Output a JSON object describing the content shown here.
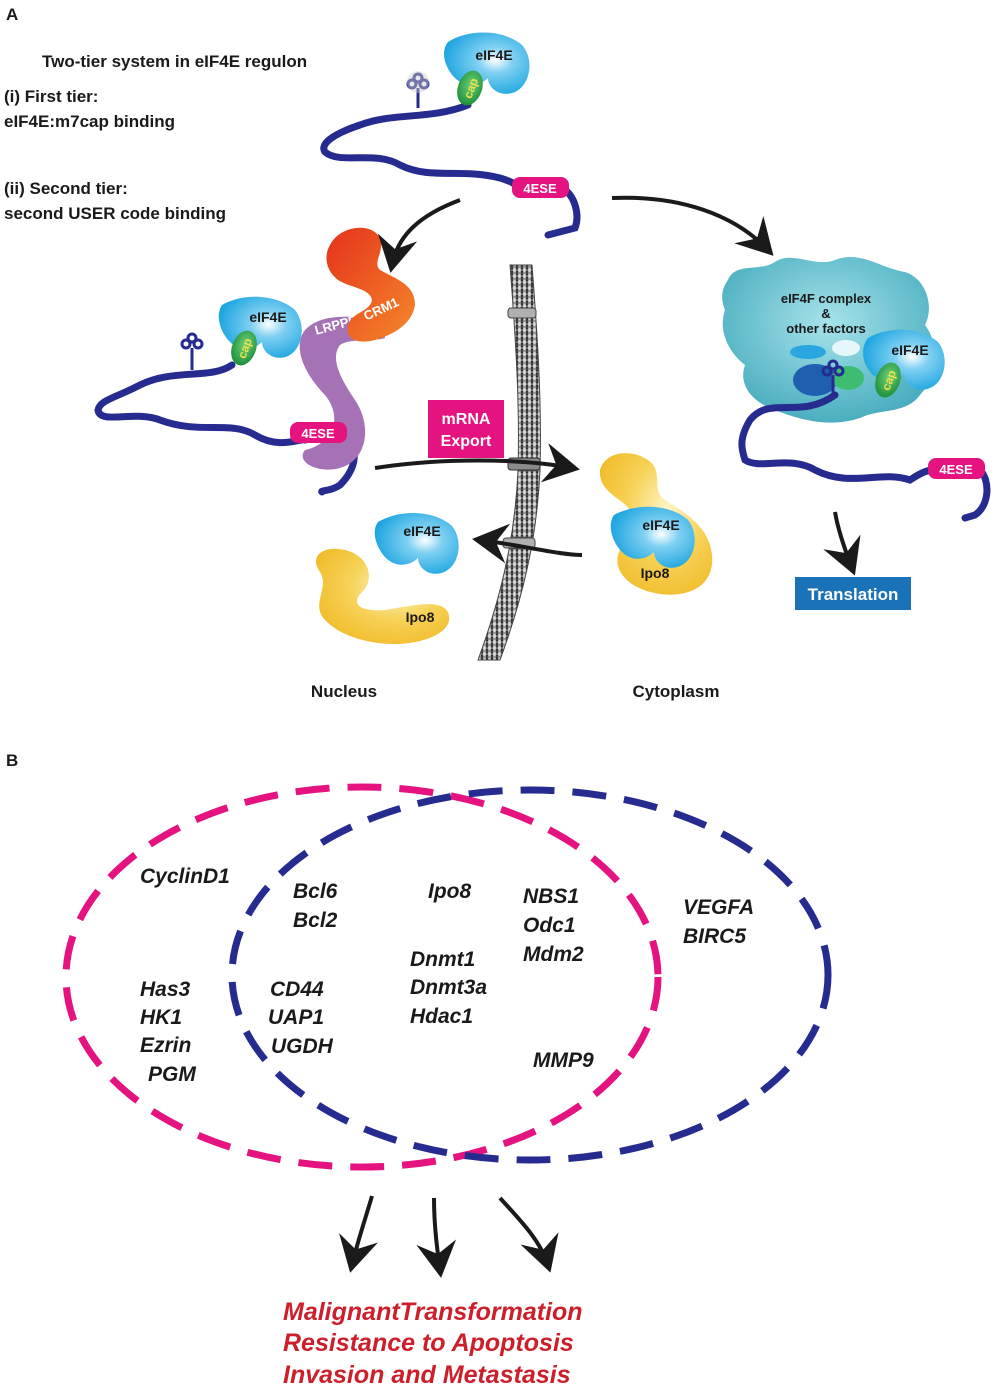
{
  "panel_a": {
    "letter": "A",
    "heading": "Two-tier system in eIF4E regulon",
    "tier1_title": "(i) First tier:",
    "tier1_desc": "eIF4E:m7cap binding",
    "tier2_title": "(ii) Second tier:",
    "tier2_desc": "second USER code binding",
    "eif4e": "eIF4E",
    "cap": "cap",
    "ese": "4ESE",
    "crm1": "CRM1",
    "lrpprc": "LRPPRC",
    "export_line1": "mRNA",
    "export_line2": "Export",
    "ipo8": "Ipo8",
    "complex_line1": "eIF4F complex",
    "complex_line2": "&",
    "complex_line3": "other factors",
    "translation": "Translation",
    "nucleus": "Nucleus",
    "cytoplasm": "Cytoplasm"
  },
  "panel_b": {
    "letter": "B",
    "pink_only_top": [
      "CyclinD1"
    ],
    "pink_only_bottom": [
      "Has3",
      "HK1",
      "Ezrin",
      "PGM"
    ],
    "overlap_left_top": [
      "Bcl6",
      "Bcl2"
    ],
    "overlap_left_bottom": [
      "CD44",
      "UAP1",
      "UGDH"
    ],
    "overlap_mid_top": [
      "Ipo8"
    ],
    "overlap_mid": [
      "Dnmt1",
      "Dnmt3a",
      "Hdac1"
    ],
    "overlap_right_top": [
      "NBS1",
      "Odc1",
      "Mdm2"
    ],
    "overlap_right_bottom": [
      "MMP9"
    ],
    "blue_only": [
      "VEGFA",
      "BIRC5"
    ],
    "outcomes": [
      "MalignantTransformation",
      "Resistance to Apoptosis",
      "Invasion and Metastasis"
    ]
  },
  "colors": {
    "mrna": "#262b8f",
    "eif4e": "#1fa6e0",
    "cap": "#2fa84a",
    "ese": "#e5137f",
    "crm1": "#e8471f",
    "lrpprc": "#a572b6",
    "ipo8": "#f2c22b",
    "complex": "#4fb3c4",
    "translation": "#1a72b8",
    "pink_circle": "#e5137f",
    "blue_circle": "#262b8f",
    "outcome_text": "#cc1f2b"
  }
}
